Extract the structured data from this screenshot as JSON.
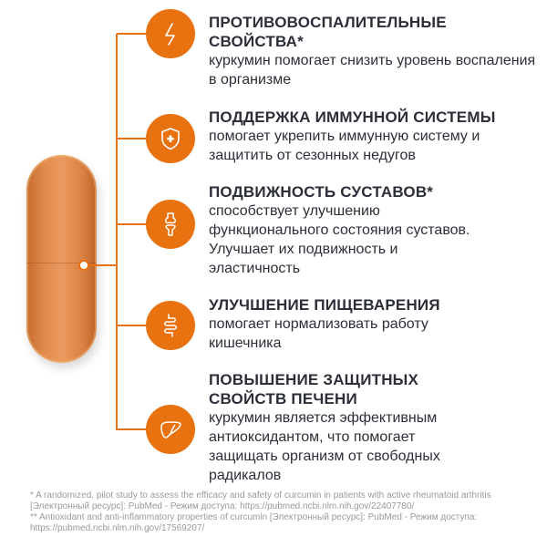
{
  "benefits": [
    {
      "icon": "lightning-icon",
      "title": "ПРОТИВОВОСПАЛИТЕЛЬНЫЕ СВОЙСТВА*",
      "text": "куркумин помогает снизить уровень воспаления в организме"
    },
    {
      "icon": "shield-plus-icon",
      "title": "ПОДДЕРЖКА ИММУННОЙ СИСТЕМЫ",
      "text": "помогает укрепить иммунную систему и защитить от сезонных недугов"
    },
    {
      "icon": "joint-icon",
      "title": "ПОДВИЖНОСТЬ СУСТАВОВ*",
      "text": "способствует улучшению функционального состояния суставов. Улучшает их подвижность и эластичность"
    },
    {
      "icon": "intestine-icon",
      "title": "УЛУЧШЕНИЕ ПИЩЕВАРЕНИЯ",
      "text": "помогает нормализовать работу кишечника"
    },
    {
      "icon": "liver-icon",
      "title": "ПОВЫШЕНИЕ ЗАЩИТНЫХ СВОЙСТВ ПЕЧЕНИ",
      "text": "куркумин является эффективным антиоксидантом, что помогает защищать организм от свободных радикалов"
    }
  ],
  "footnotes": [
    "* A randomized, pilot study to assess the efficacy and safety of curcumin in patients with active rheumatoid arthritis [Электронный ресурс]: PubMed - Режим доступа: https://pubmed.ncbi.nlm.nih.gov/22407780/",
    "** Antioxidant and anti-inflammatory properties of curcumin [Электронный ресурс]: PubMed - Режим доступа: https://pubmed.ncbi.nlm.nih.gov/17569207/"
  ],
  "colors": {
    "accent": "#e8720f",
    "text": "#2c2f38",
    "footnote": "#9a9a9a"
  }
}
